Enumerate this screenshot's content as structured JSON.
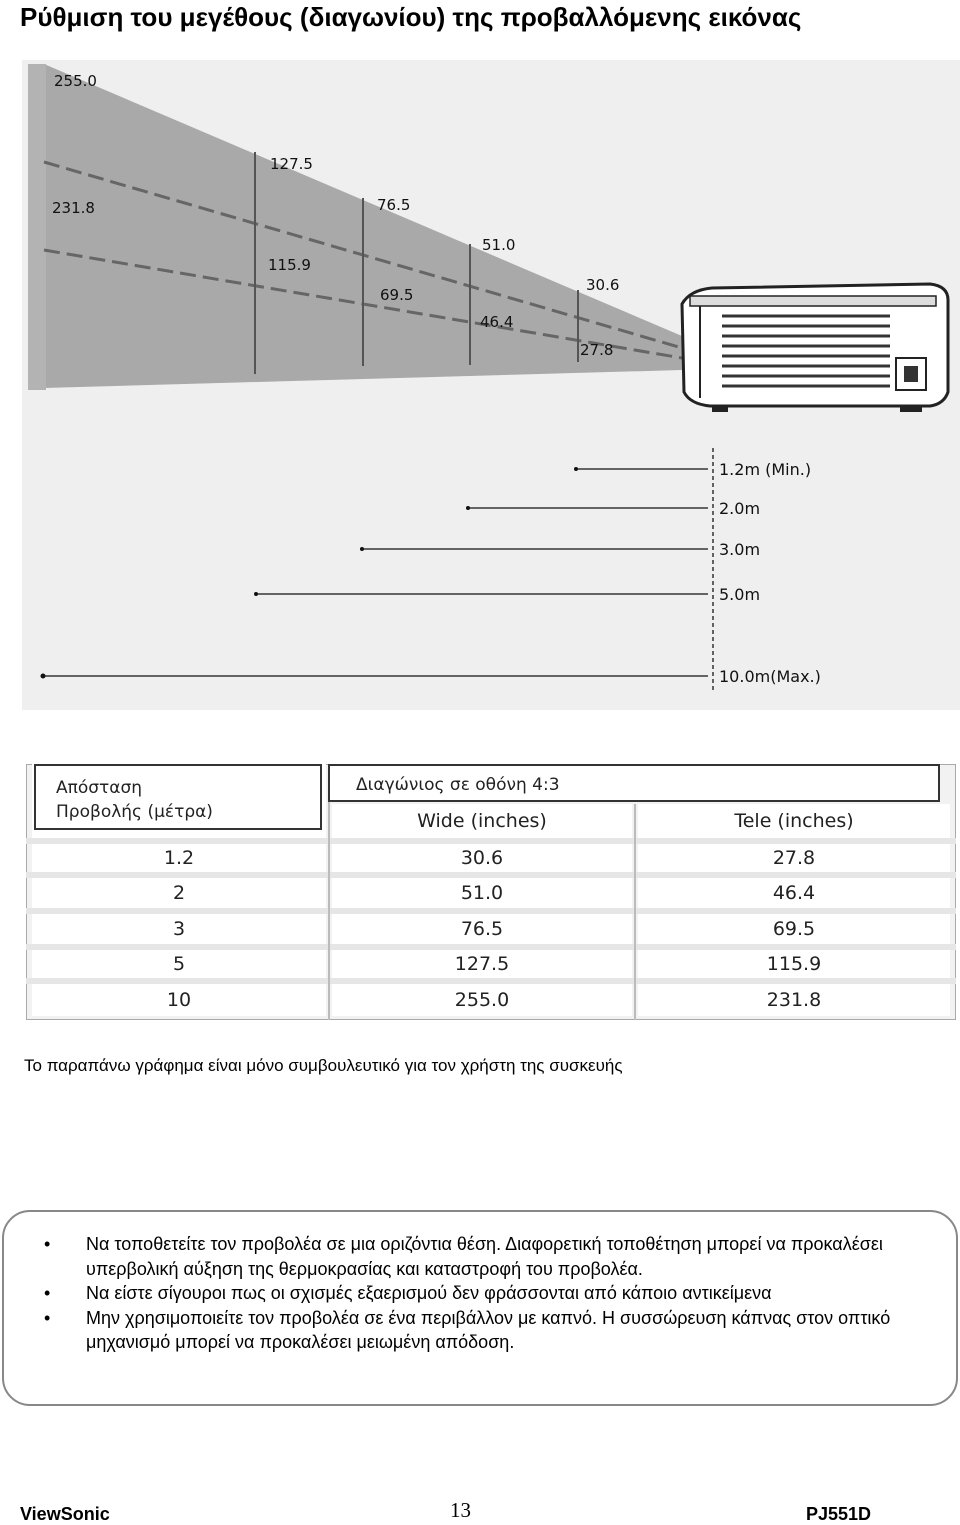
{
  "page": {
    "title": "Ρύθμιση του μεγέθους (διαγωνίου) της προβαλλόμενης εικόνας"
  },
  "diagram": {
    "size_labels": {
      "wide": [
        "255.0",
        "127.5",
        "76.5",
        "51.0",
        "30.6"
      ],
      "tele": [
        "231.8",
        "115.9",
        "69.5",
        "46.4",
        "27.8"
      ]
    },
    "distance_labels": [
      "1.2m (Min.)",
      "2.0m",
      "3.0m",
      "5.0m",
      "10.0m(Max.)"
    ]
  },
  "table": {
    "header_distance": [
      "Απόσταση",
      "Προβολής (μέτρα)"
    ],
    "header_diagonal": "Διαγώνιος σε οθόνη 4:3",
    "col_wide": "Wide (inches)",
    "col_tele": "Tele (inches)",
    "rows": [
      {
        "distance": "1.2",
        "wide": "30.6",
        "tele": "27.8"
      },
      {
        "distance": "2",
        "wide": "51.0",
        "tele": "46.4"
      },
      {
        "distance": "3",
        "wide": "76.5",
        "tele": "69.5"
      },
      {
        "distance": "5",
        "wide": "127.5",
        "tele": "115.9"
      },
      {
        "distance": "10",
        "wide": "255.0",
        "tele": "231.8"
      }
    ]
  },
  "note": "Το παραπάνω γράφημα είναι μόνο συμβουλευτικό για τον χρήστη της συσκευής",
  "tips": [
    "Να τοποθετείτε τον προβολέα σε μια οριζόντια θέση. Διαφορετική τοποθέτηση μπορεί να προκαλέσει υπερβολική αύξηση της θερμοκρασίας και καταστροφή του προβολέα.",
    "Να είστε σίγουροι πως οι σχισμές εξαερισμού δεν φράσσονται από κάποιο αντικείμενα",
    "Μην χρησιμοποιείτε τον προβολέα σε ένα περιβάλλον με καπνό. Η συσσώρευση κάπνας στον οπτικό μηχανισμό μπορεί να προκαλέσει μειωμένη απόδοση."
  ],
  "footer": {
    "brand": "ViewSonic",
    "page_number": "13",
    "model": "PJ551D"
  }
}
